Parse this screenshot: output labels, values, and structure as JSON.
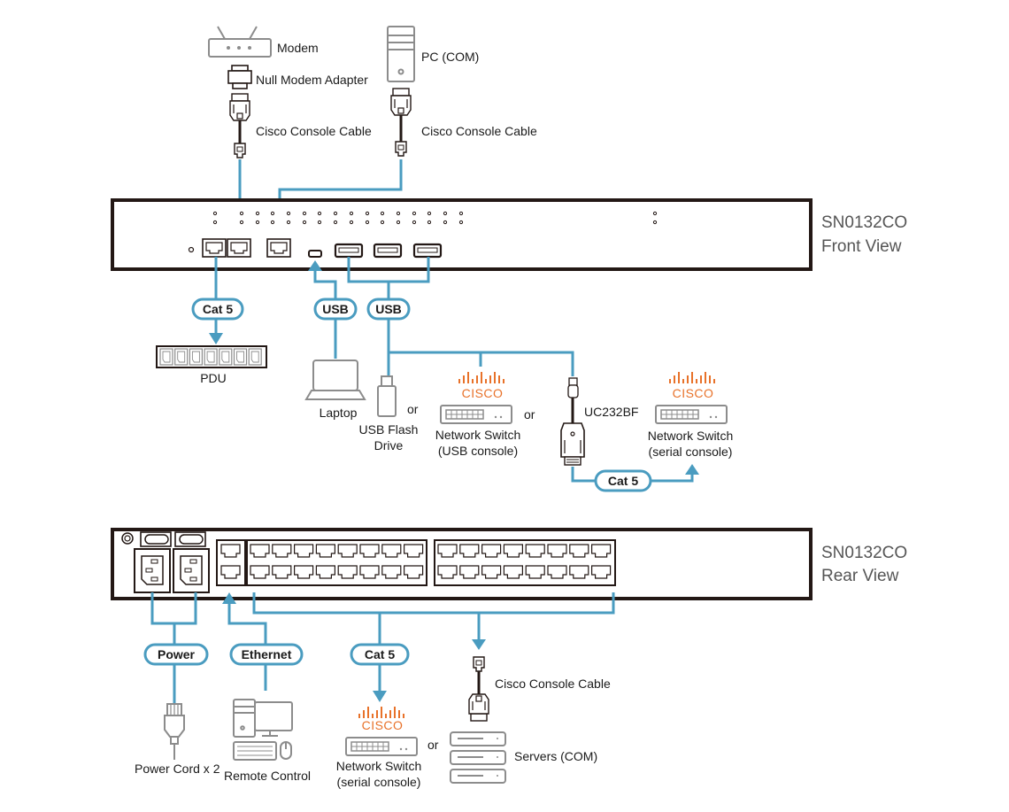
{
  "front": {
    "model": "SN0132CO",
    "view": "Front View",
    "devices": {
      "modem": "Modem",
      "null_modem": "Null Modem Adapter",
      "console_cable_left": "Cisco Console Cable",
      "pc": "PC (COM)",
      "console_cable_right": "Cisco Console Cable",
      "pdu": "PDU",
      "laptop": "Laptop",
      "usb_flash_line1": "USB Flash",
      "usb_flash_line2": "Drive",
      "or1": "or",
      "switch_usb_line1": "Network Switch",
      "switch_usb_line2": "(USB console)",
      "or2": "or",
      "uc232bf": "UC232BF",
      "switch_serial_line1": "Network Switch",
      "switch_serial_line2": "(serial console)"
    },
    "pills": {
      "cat5_pdu": "Cat 5",
      "usb_laptop": "USB",
      "usb_ports": "USB",
      "cat5_uc": "Cat 5"
    },
    "brand": "CISCO"
  },
  "rear": {
    "model": "SN0132CO",
    "view": "Rear View",
    "devices": {
      "power_cord": "Power Cord x 2",
      "remote_control": "Remote Control",
      "switch_serial_line1": "Network Switch",
      "switch_serial_line2": "(serial console)",
      "or": "or",
      "console_cable": "Cisco Console Cable",
      "servers": "Servers (COM)"
    },
    "pills": {
      "power": "Power",
      "ethernet": "Ethernet",
      "cat5": "Cat 5"
    },
    "brand": "CISCO"
  },
  "colors": {
    "cable": "#4a9cc0",
    "panel": "#231815",
    "brand": "#e8722a",
    "icon": "#8c8c8c"
  }
}
